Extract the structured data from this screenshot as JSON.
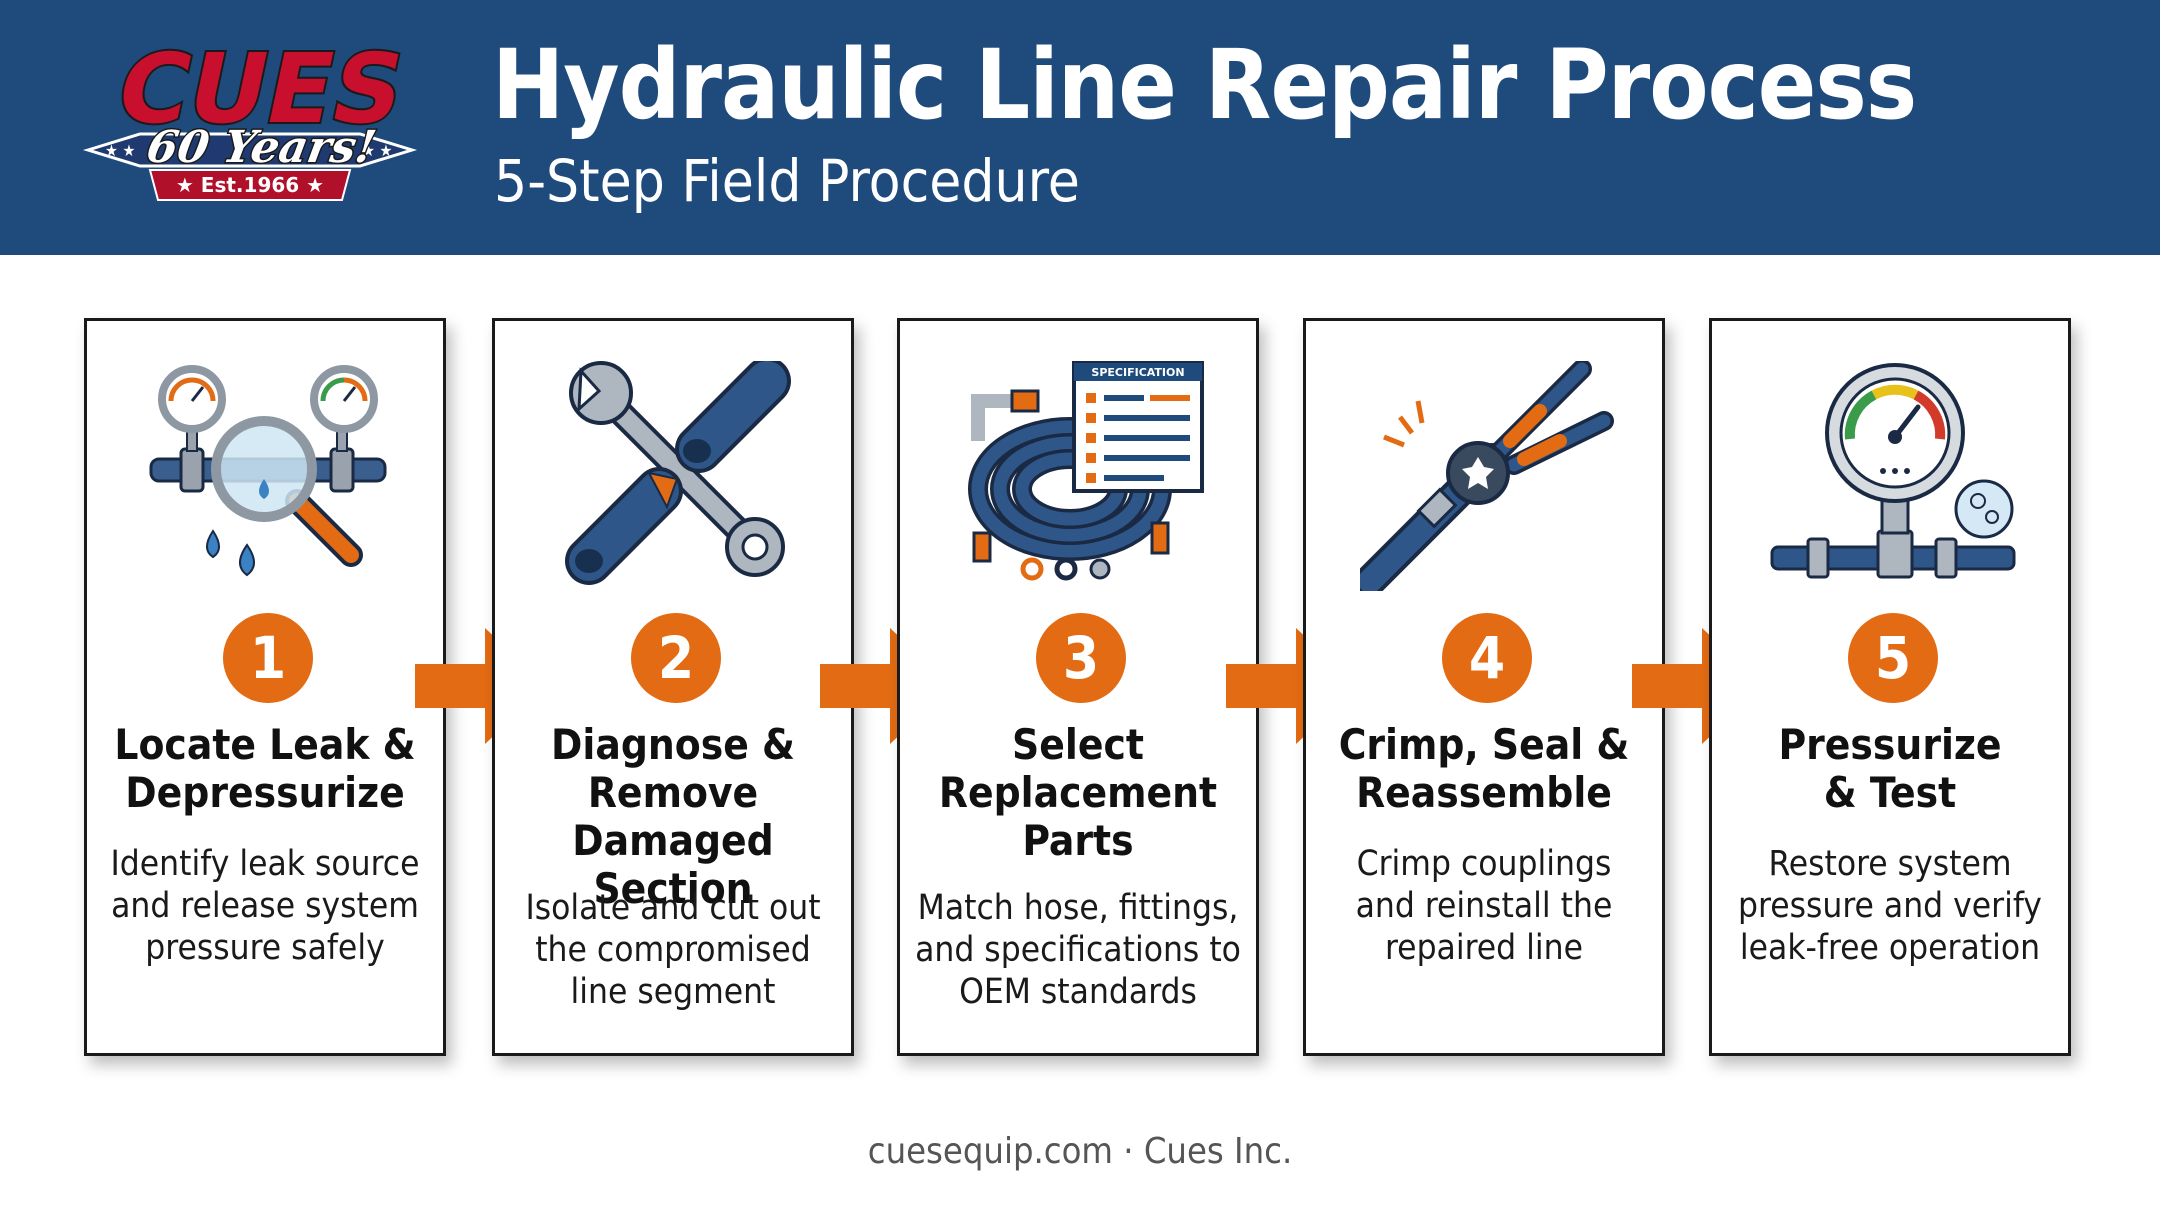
{
  "colors": {
    "header_bg": "#1e4a7c",
    "accent_orange": "#e36b13",
    "navy": "#2a4a78",
    "text_dark": "#111111"
  },
  "logo": {
    "brand": "CUES",
    "banner": "60 Years!",
    "established": "Est.1966"
  },
  "header": {
    "title": "Hydraulic Line Repair Process",
    "subtitle": "5-Step Field Procedure"
  },
  "steps": [
    {
      "number": "1",
      "title": "Locate Leak &\nDepressurize",
      "description": "Identify leak source\nand release system\npressure safely",
      "icon": "magnifier-gauges-leak-icon"
    },
    {
      "number": "2",
      "title": "Diagnose &\nRemove\nDamaged Section",
      "description": "Isolate and cut out\nthe compromised\nline segment",
      "icon": "wrench-cut-hose-icon"
    },
    {
      "number": "3",
      "title": "Select\nReplacement\nParts",
      "description": "Match hose, fittings,\nand specifications to\nOEM standards",
      "icon": "coiled-hose-spec-sheet-icon",
      "spec_sheet_label": "SPECIFICATION"
    },
    {
      "number": "4",
      "title": "Crimp, Seal &\nReassemble",
      "description": "Crimp couplings\nand reinstall the\nrepaired line",
      "icon": "crimping-tool-icon"
    },
    {
      "number": "5",
      "title": "Pressurize\n& Test",
      "description": "Restore system\npressure and verify\nleak-free operation",
      "icon": "pressure-gauge-icon"
    }
  ],
  "footer": {
    "text": "cuesequip.com · Cues Inc."
  }
}
